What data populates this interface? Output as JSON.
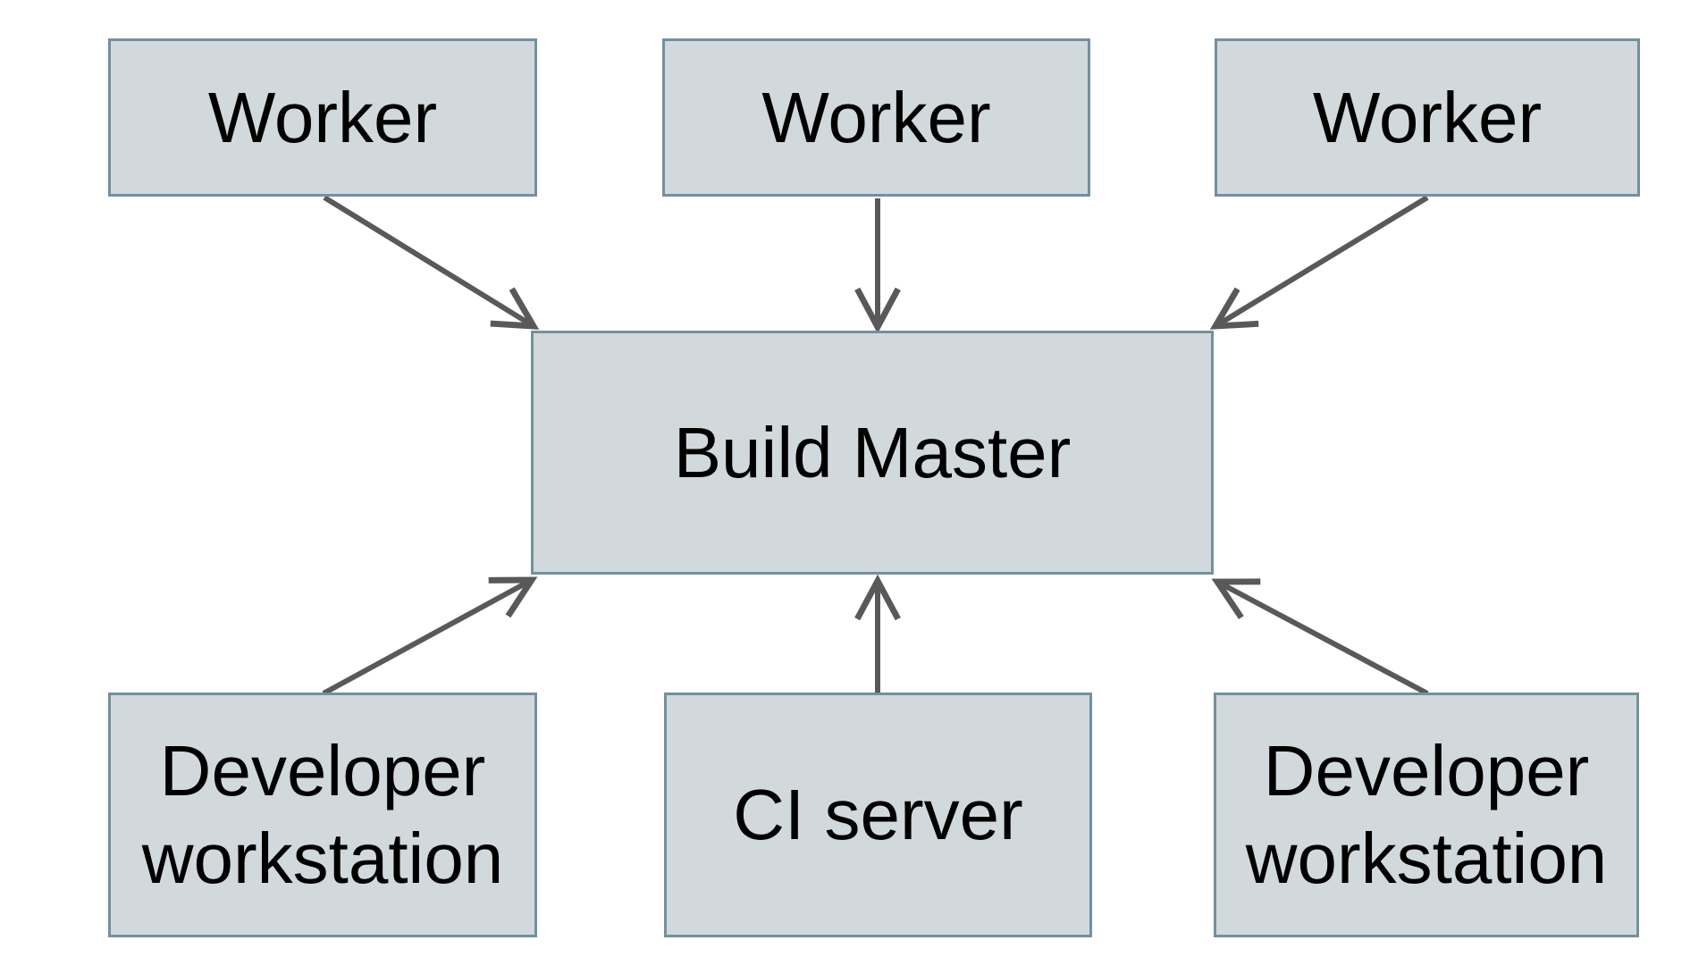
{
  "diagram": {
    "nodes": {
      "worker_left": {
        "label": "Worker"
      },
      "worker_center": {
        "label": "Worker"
      },
      "worker_right": {
        "label": "Worker"
      },
      "build_master": {
        "label": "Build Master"
      },
      "dev_workstation_left": {
        "label": "Developer workstation"
      },
      "ci_server": {
        "label": "CI server"
      },
      "dev_workstation_right": {
        "label": "Developer workstation"
      }
    },
    "edges": [
      {
        "from": "worker_left",
        "to": "build_master",
        "direction": "down"
      },
      {
        "from": "worker_center",
        "to": "build_master",
        "direction": "down"
      },
      {
        "from": "worker_right",
        "to": "build_master",
        "direction": "down"
      },
      {
        "from": "dev_workstation_left",
        "to": "build_master",
        "direction": "up"
      },
      {
        "from": "ci_server",
        "to": "build_master",
        "direction": "up"
      },
      {
        "from": "dev_workstation_right",
        "to": "build_master",
        "direction": "up"
      }
    ],
    "colors": {
      "node_fill": "#d1d9dc",
      "node_border": "#73909e",
      "arrow": "#595959",
      "label_text": "#000000",
      "background": "#ffffff"
    }
  }
}
